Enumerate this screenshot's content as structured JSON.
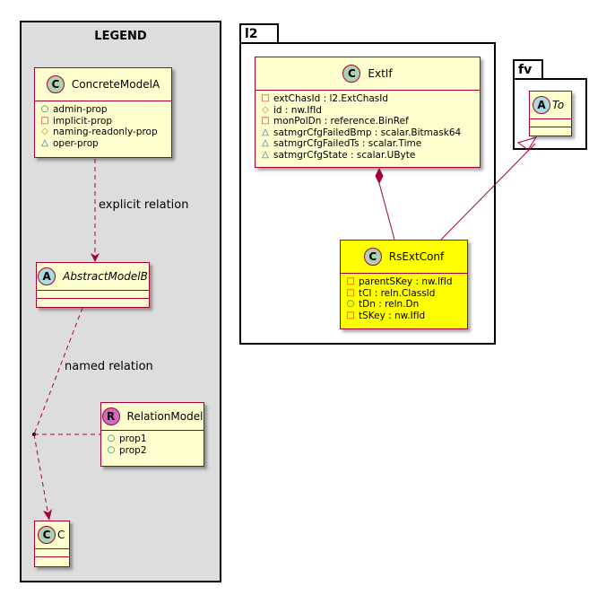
{
  "legend": {
    "title": "LEGEND",
    "concrete_model": {
      "name": "ConcreteModelA",
      "stereotype_letter": "C",
      "attrs": [
        {
          "vis": "○",
          "kind": "public",
          "text": "admin-prop"
        },
        {
          "vis": "□",
          "kind": "private",
          "text": "implicit-prop"
        },
        {
          "vis": "◇",
          "kind": "protected",
          "text": "naming-readonly-prop"
        },
        {
          "vis": "△",
          "kind": "package",
          "text": "oper-prop"
        }
      ]
    },
    "abstract_model": {
      "name": "AbstractModelB",
      "stereotype_letter": "A"
    },
    "relation_model": {
      "name": "RelationModel",
      "stereotype_letter": "R",
      "attrs": [
        {
          "vis": "○",
          "kind": "public",
          "text": "prop1"
        },
        {
          "vis": "○",
          "kind": "public",
          "text": "prop2"
        }
      ]
    },
    "c_model": {
      "name": "C",
      "stereotype_letter": "C"
    },
    "explicit_relation_label": "explicit relation",
    "named_relation_label": "named relation"
  },
  "packages": {
    "l2": {
      "name": "l2"
    },
    "fv": {
      "name": "fv"
    }
  },
  "classes": {
    "extif": {
      "name": "ExtIf",
      "stereotype_letter": "C",
      "attrs": [
        {
          "vis": "□",
          "kind": "private",
          "text": "extChasId : l2.ExtChasId"
        },
        {
          "vis": "◇",
          "kind": "protected",
          "text": "id : nw.IfId"
        },
        {
          "vis": "□",
          "kind": "private",
          "text": "monPolDn : reference.BinRef"
        },
        {
          "vis": "△",
          "kind": "package",
          "text": "satmgrCfgFailedBmp : scalar.Bitmask64"
        },
        {
          "vis": "△",
          "kind": "package",
          "text": "satmgrCfgFailedTs : scalar.Time"
        },
        {
          "vis": "△",
          "kind": "package",
          "text": "satmgrCfgState : scalar.UByte"
        }
      ]
    },
    "rsextconf": {
      "name": "RsExtConf",
      "stereotype_letter": "C",
      "attrs": [
        {
          "vis": "□",
          "kind": "private",
          "text": "parentSKey : nw.IfId"
        },
        {
          "vis": "□",
          "kind": "private",
          "text": "tCl : reln.ClassId"
        },
        {
          "vis": "○",
          "kind": "public",
          "text": "tDn : reln.Dn"
        },
        {
          "vis": "□",
          "kind": "private",
          "text": "tSKey : nw.IfId"
        }
      ]
    },
    "to": {
      "name": "To",
      "stereotype_letter": "A"
    }
  }
}
